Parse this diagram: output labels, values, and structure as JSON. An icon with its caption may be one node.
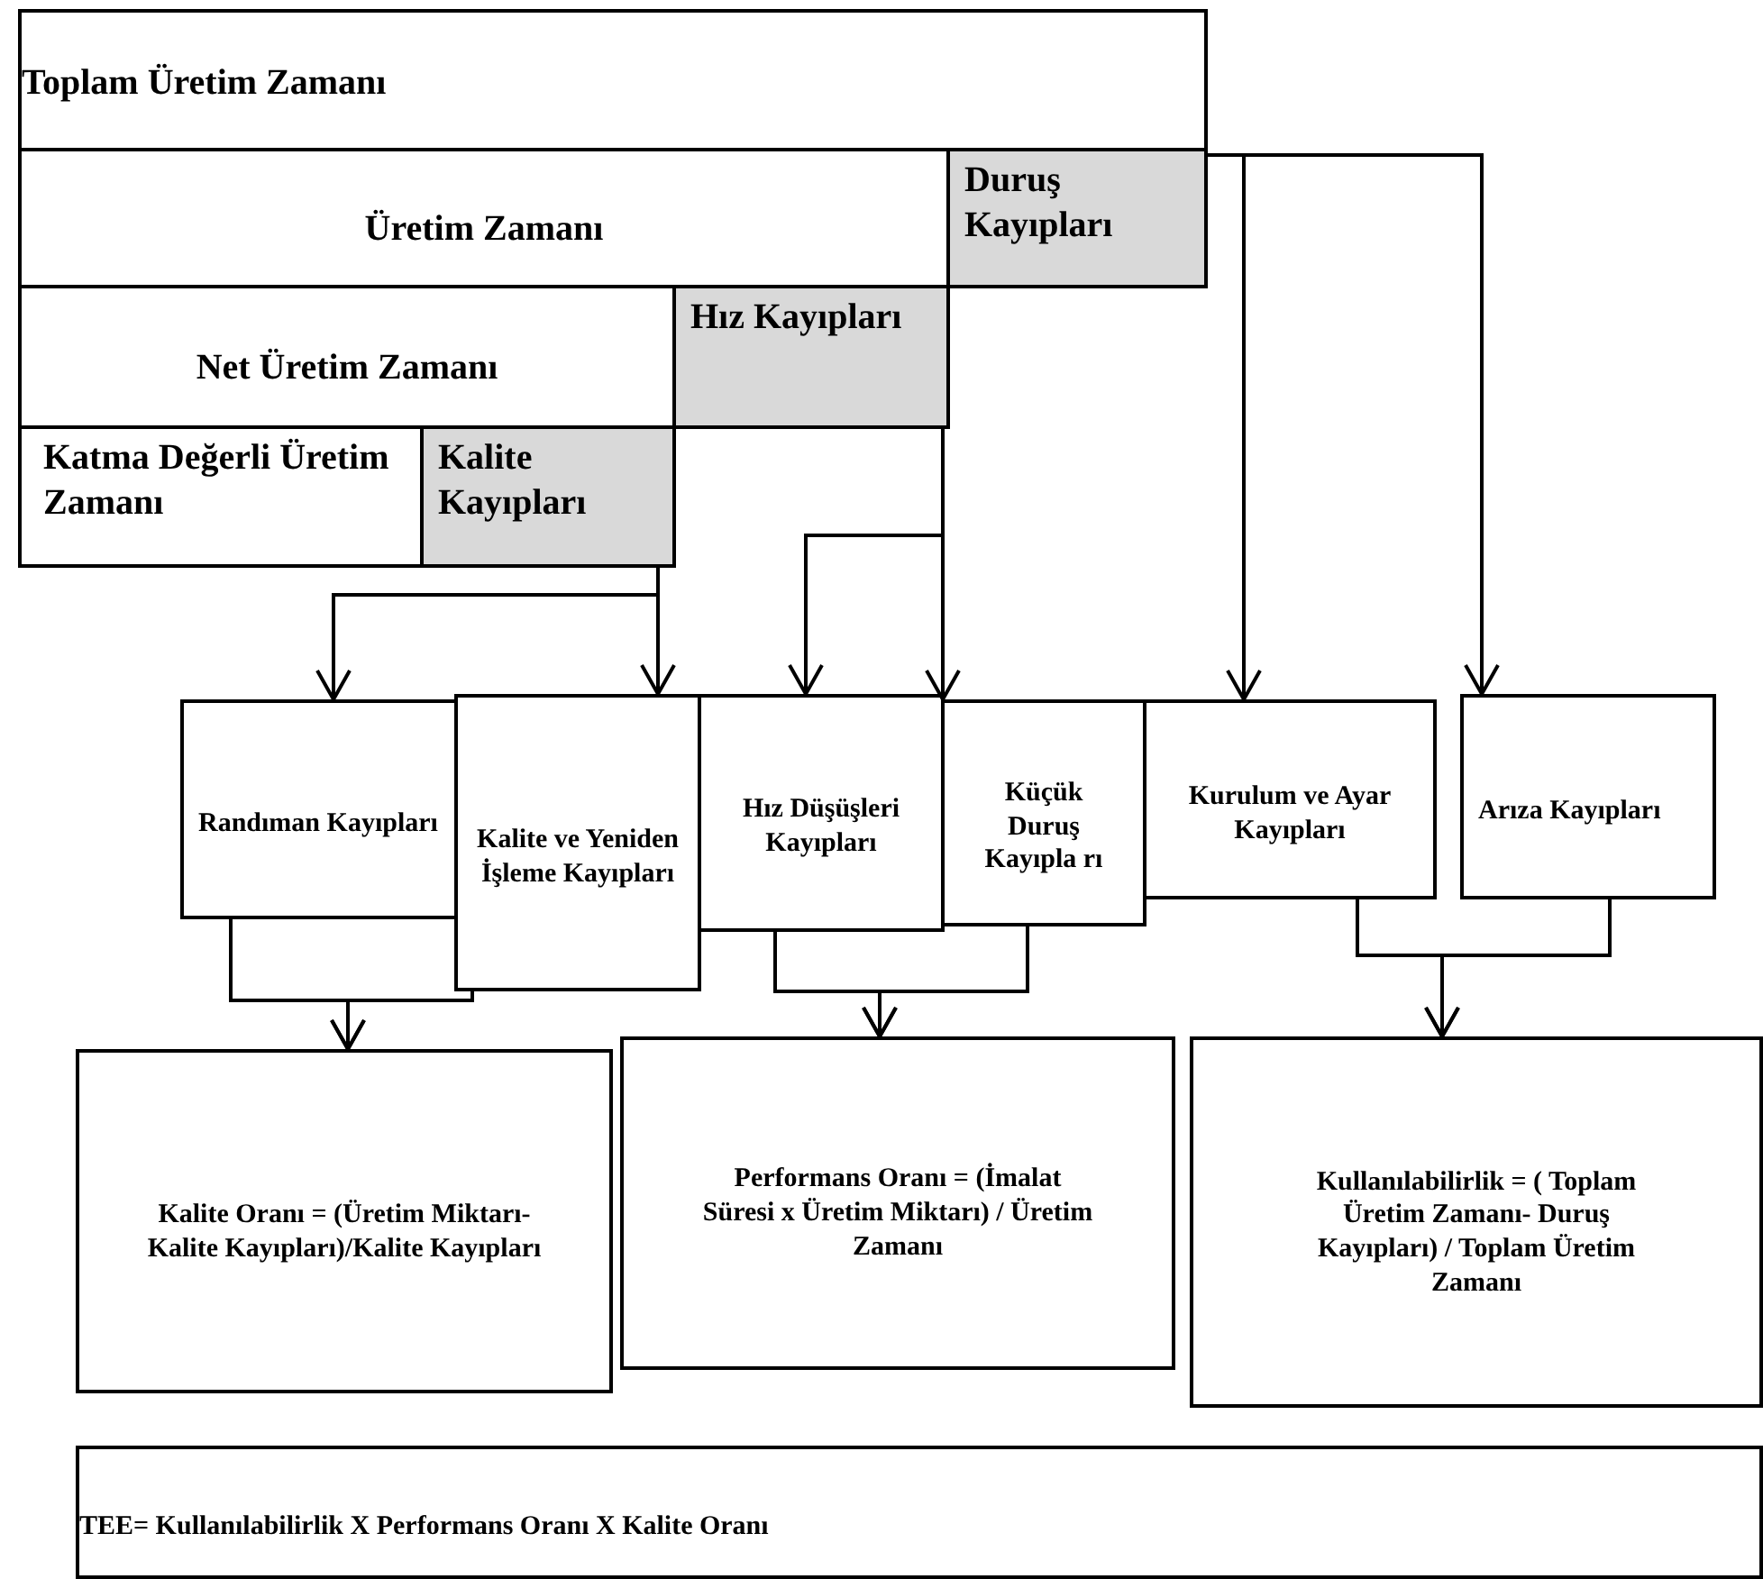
{
  "diagram": {
    "nodes": [
      {
        "text": [
          "Toplam Üretim Zamanı"
        ]
      },
      {
        "text": [
          "Üretim Zamanı"
        ]
      },
      {
        "text": [
          "Duruş Kayıpları"
        ]
      },
      {
        "text": [
          "Net Üretim Zamanı"
        ]
      },
      {
        "text": [
          "Hız Kayıpları"
        ]
      },
      {
        "text": [
          "Katma Değerli Üretim Zamanı"
        ]
      },
      {
        "text": [
          "Kalite Kayıpları"
        ]
      },
      {
        "text": [
          "Randıman Kayıpları"
        ]
      },
      {
        "text": [
          "Kalite ve Yeniden İşleme Kayıpları"
        ]
      },
      {
        "text": [
          "Hız Düşüşleri Kayıpları"
        ]
      },
      {
        "text": [
          "Küçük Duruş Kayıpla rı"
        ]
      },
      {
        "text": [
          "Kurulum ve Ayar Kayıpları"
        ]
      },
      {
        "text": [
          "Arıza Kayıpları"
        ]
      },
      {
        "text": [
          "Kalite Oranı = (Üretim Miktarı-Kalite Kayıpları)/Kalite Kayıpları"
        ]
      },
      {
        "text": [
          "Performans Oranı = (İmalat Süresi x Üretim Miktarı) / Üretim Zamanı"
        ]
      },
      {
        "text": [
          "Kullanılabilirlik = ( Toplam Üretim Zamanı- Duruş Kayıpları) / Toplam Üretim Zamanı"
        ]
      },
      {
        "text": [
          "TEE= Kullanılabilirlik X Performans Oranı X Kalite Oranı"
        ]
      }
    ],
    "edges": [
      {
        "from": 6,
        "to": 7,
        "arrow": "to"
      },
      {
        "from": 6,
        "to": 8,
        "arrow": "to"
      },
      {
        "from": 4,
        "to": 9,
        "arrow": "to"
      },
      {
        "from": 4,
        "to": 10,
        "arrow": "to"
      },
      {
        "from": 2,
        "to": 11,
        "arrow": "to"
      },
      {
        "from": 2,
        "to": 12,
        "arrow": "to"
      },
      {
        "from": 7,
        "to": 13,
        "arrow": "to"
      },
      {
        "from": 8,
        "to": 13,
        "arrow": "to"
      },
      {
        "from": 9,
        "to": 14,
        "arrow": "to"
      },
      {
        "from": 10,
        "to": 14,
        "arrow": "to"
      },
      {
        "from": 11,
        "to": 15,
        "arrow": "to"
      },
      {
        "from": 12,
        "to": 15,
        "arrow": "to"
      }
    ]
  }
}
